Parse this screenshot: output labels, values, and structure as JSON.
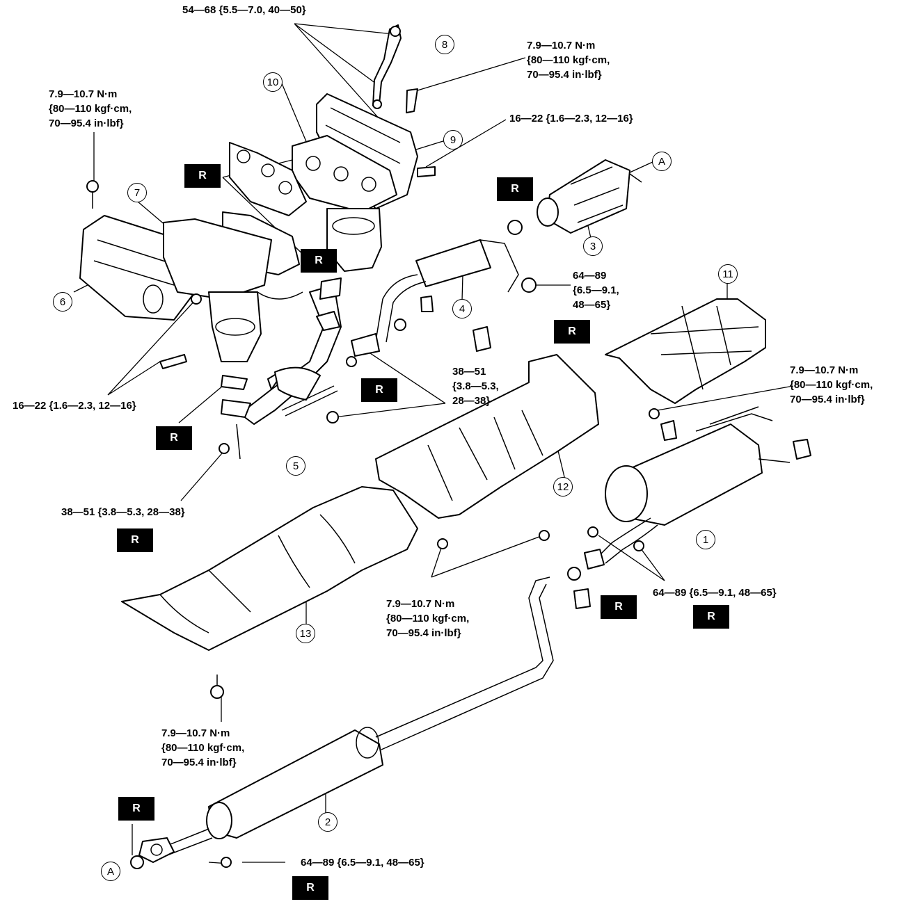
{
  "torque": {
    "t_top": "54—68 {5.5—7.0, 40—50}",
    "t_topright": "7.9—10.7 N·m\n{80—110 kgf·cm,\n70—95.4 in·lbf}",
    "t_topleft": "7.9—10.7 N·m\n{80—110 kgf·cm,\n70—95.4 in·lbf}",
    "t_right16": "16—22 {1.6—2.3, 12—16}",
    "t_64_upper": "64—89\n{6.5—9.1,\n48—65}",
    "t_left16": "16—22 {1.6—2.3, 12—16}",
    "t_38_mid": "38—51\n{3.8—5.3,\n28—38}",
    "t_right79": "7.9—10.7 N·m\n{80—110 kgf·cm,\n70—95.4 in·lbf}",
    "t_38_left": "38—51 {3.8—5.3, 28—38}",
    "t_center79": "7.9—10.7 N·m\n{80—110 kgf·cm,\n70—95.4 in·lbf}",
    "t_64_right": "64—89 {6.5—9.1, 48—65}",
    "t_bottom79": "7.9—10.7 N·m\n{80—110 kgf·cm,\n70—95.4 in·lbf}",
    "t_64_bottom": "64—89 {6.5—9.1, 48—65}"
  },
  "replace_mark": "R",
  "callouts": {
    "c1": "1",
    "c2": "2",
    "c3": "3",
    "c4": "4",
    "c5": "5",
    "c6": "6",
    "c7": "7",
    "c8": "8",
    "c9": "9",
    "c10": "10",
    "c11": "11",
    "c12": "12",
    "c13": "13",
    "a_top": "A",
    "a_bottom": "A"
  }
}
